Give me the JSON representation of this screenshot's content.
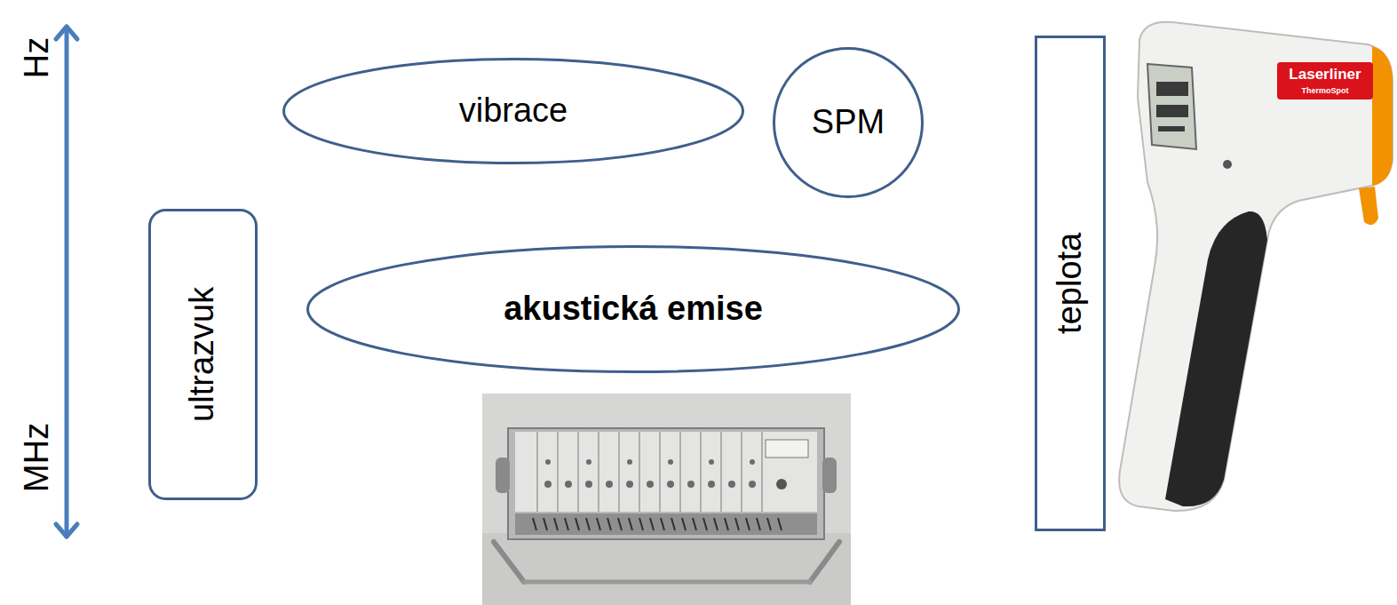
{
  "diagram": {
    "nodes": [
      {
        "text": [
          "vibrace"
        ]
      },
      {
        "text": [
          "SPM"
        ]
      },
      {
        "text": [
          "ultrazvuk"
        ]
      },
      {
        "text": [
          "akustická emise"
        ]
      },
      {
        "text": [
          "teplota"
        ]
      }
    ],
    "labels": [
      "Hz",
      "MHz",
      "Laserliner",
      "ThermoSpot"
    ]
  }
}
